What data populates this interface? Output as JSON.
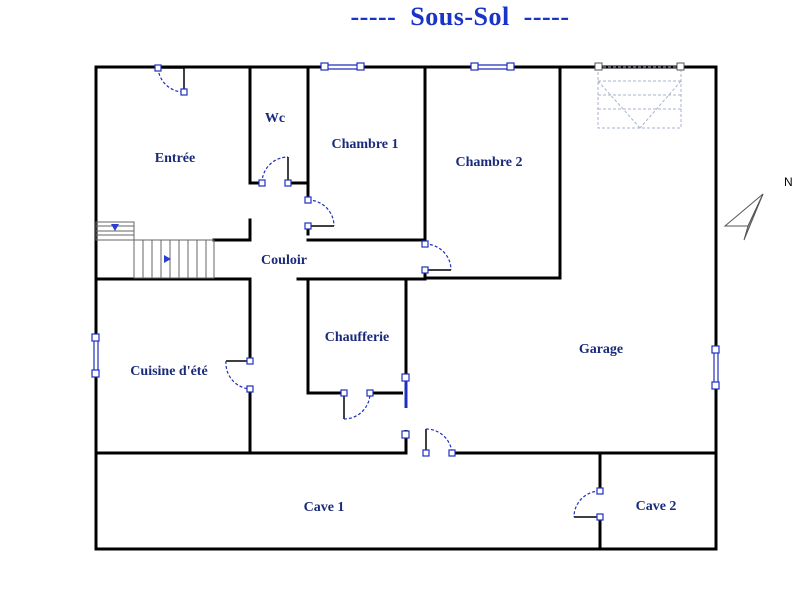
{
  "plan": {
    "title": "-----  Sous-Sol  -----",
    "north": "N",
    "rooms": {
      "entree": "Entrée",
      "wc": "Wc",
      "chambre1": "Chambre 1",
      "chambre2": "Chambre 2",
      "couloir": "Couloir",
      "chaufferie": "Chaufferie",
      "cuisine": "Cuisine d'été",
      "garage": "Garage",
      "cave1": "Cave 1",
      "cave2": "Cave 2"
    }
  },
  "colors": {
    "title": "#1a33c8",
    "label": "#1a2a7a",
    "wall": "#000000",
    "window": "#1f2fbf",
    "door": "#1f2fbf",
    "stairs": "#666666",
    "arrow": "#2a3fcf",
    "skylight": "#a9b3cf"
  }
}
